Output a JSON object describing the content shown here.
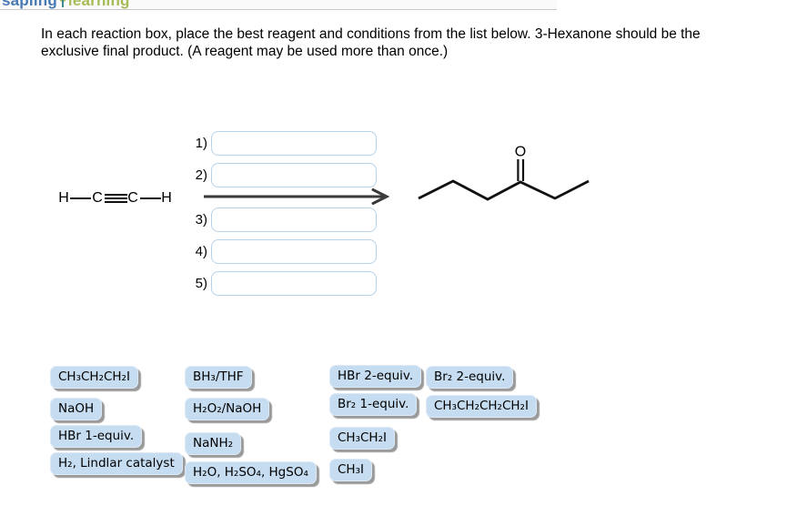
{
  "brand": {
    "name_part1": "sapling",
    "name_part2": "learning"
  },
  "question": {
    "line1": "In each reaction box, place the best reagent and conditions from the list below. 3-Hexanone should be the",
    "line2": "exclusive final product. (A reagent may be used more than once.)"
  },
  "reaction": {
    "reactant": {
      "name": "acetylene",
      "atoms": [
        "H",
        "C",
        "C",
        "H"
      ]
    },
    "steps": [
      {
        "number": "1)",
        "value": ""
      },
      {
        "number": "2)",
        "value": ""
      },
      {
        "number": "3)",
        "value": ""
      },
      {
        "number": "4)",
        "value": ""
      },
      {
        "number": "5)",
        "value": ""
      }
    ],
    "product": {
      "name": "3-hexanone",
      "carbonyl_label": "O"
    }
  },
  "reagents": {
    "columns": [
      {
        "items": [
          "CH₃CH₂CH₂I",
          "NaOH",
          "HBr 1-equiv.",
          "H₂, Lindlar catalyst"
        ]
      },
      {
        "items": [
          "BH₃/THF",
          "H₂O₂/NaOH",
          "NaNH₂",
          "H₂O, H₂SO₄, HgSO₄"
        ]
      },
      {
        "items": [
          "HBr 2-equiv.",
          "Br₂ 1-equiv.",
          "CH₃CH₂I",
          "CH₃I"
        ]
      },
      {
        "items": [
          "Br₂ 2-equiv.",
          "CH₃CH₂CH₂CH₂I"
        ]
      }
    ]
  },
  "colors": {
    "brand_blue": "#4679b4",
    "brand_green": "#a5bd56",
    "reagent_chip": "#c6dcf0",
    "input_border": "#b8d2e8",
    "arrow": "#3a3a3a"
  }
}
